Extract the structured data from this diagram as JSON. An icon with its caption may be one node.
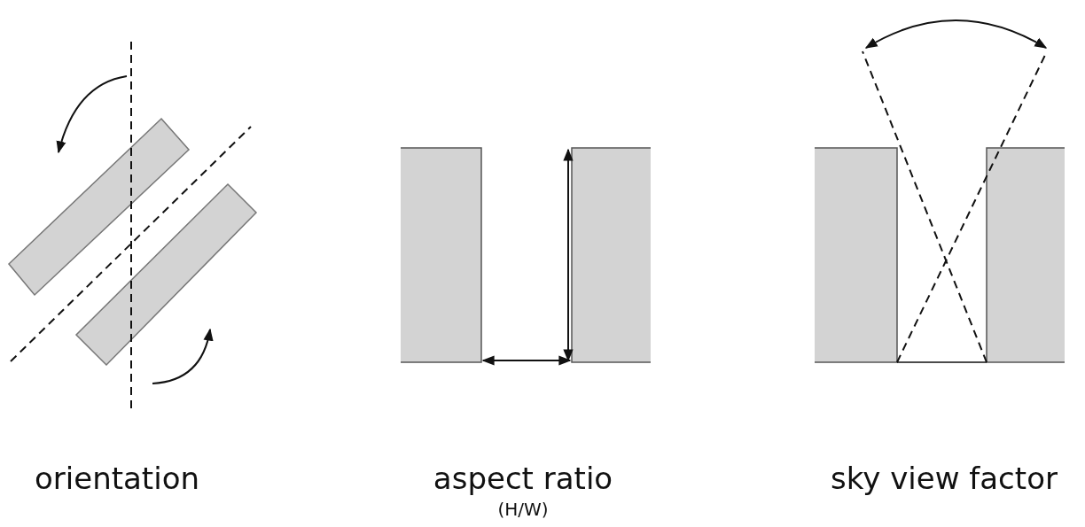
{
  "diagram": {
    "labels": [
      "orientation",
      "aspect ratio",
      "(H/W)",
      "sky view factor"
    ]
  }
}
